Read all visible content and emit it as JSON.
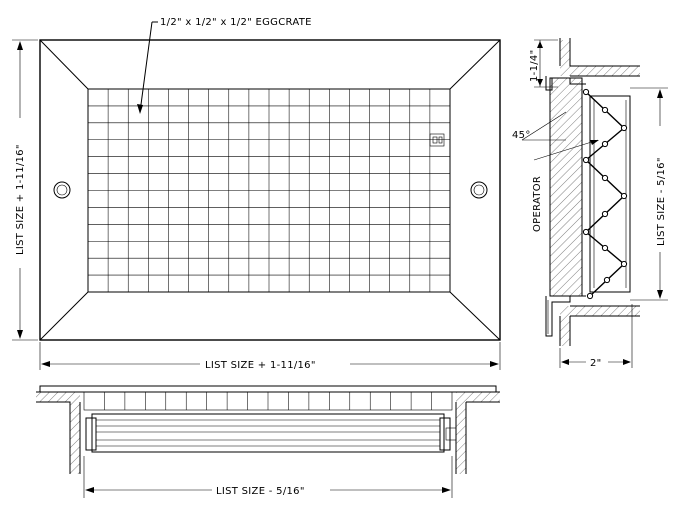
{
  "labels": {
    "eggcrate": "1/2\" x 1/2\" x 1/2\" EGGCRATE",
    "list_size_plus_vertical": "LIST SIZE + 1-11/16\"",
    "list_size_plus_horizontal": "LIST SIZE + 1-11/16\"",
    "list_size_minus_side": "LIST SIZE - 5/16\"",
    "list_size_minus_bottom": "LIST SIZE - 5/16\"",
    "flange_dim": "1-1/4\"",
    "angle": "45°",
    "operator": "OPERATOR",
    "depth_dim": "2\""
  },
  "views": {
    "front": {
      "grid_columns": 18,
      "grid_rows": 12
    },
    "side": {
      "blade_count": 7
    },
    "bottom_section": {
      "eggcrate_cells": 18
    }
  }
}
